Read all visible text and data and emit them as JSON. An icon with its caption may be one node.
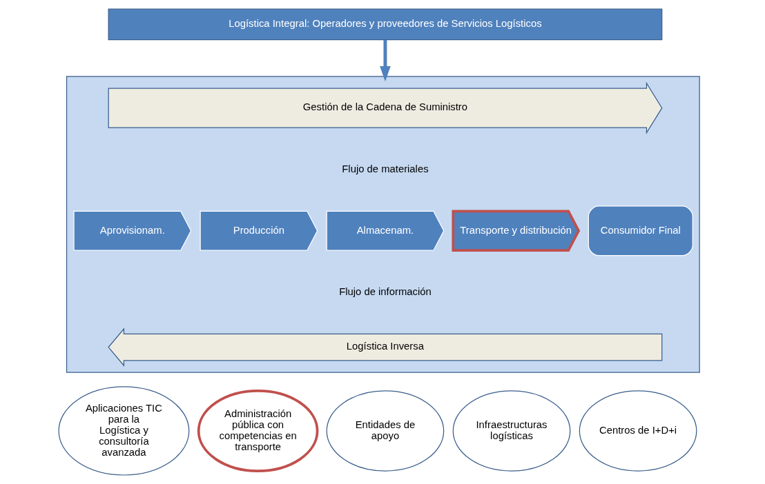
{
  "diagram": {
    "nodes": [
      {
        "text": [
          "Logística Integral: Operadores y proveedores de Servicios Logísticos"
        ]
      },
      {
        "text": [],
        "shape": "box"
      },
      {
        "text": [
          "Gestión de la Cadena de Suministro"
        ],
        "in": 1
      },
      {
        "text": [
          "Aprovisionam."
        ],
        "in": 1
      },
      {
        "text": [
          "Producción"
        ],
        "in": 1
      },
      {
        "text": [
          "Almacenam."
        ],
        "in": 1
      },
      {
        "text": [
          "Transporte y distribución"
        ],
        "in": 1
      },
      {
        "text": [
          "Consumidor Final"
        ],
        "in": 1
      },
      {
        "text": [
          "Logística Inversa"
        ],
        "in": 1
      },
      {
        "text": [
          "Aplicaciones TIC para la Logística y consultoría avanzada"
        ]
      },
      {
        "text": [
          "Administración pública con competencias en transporte"
        ]
      },
      {
        "text": [
          "Entidades de apoyo"
        ]
      },
      {
        "text": [
          "Infraestructuras logísticas"
        ]
      },
      {
        "text": [
          "Centros de I+D+i"
        ]
      }
    ],
    "edges": [
      {
        "from": 0,
        "to": 1,
        "arrow": "to"
      }
    ],
    "labels": [
      "Flujo de materiales",
      "Flujo de información"
    ]
  }
}
